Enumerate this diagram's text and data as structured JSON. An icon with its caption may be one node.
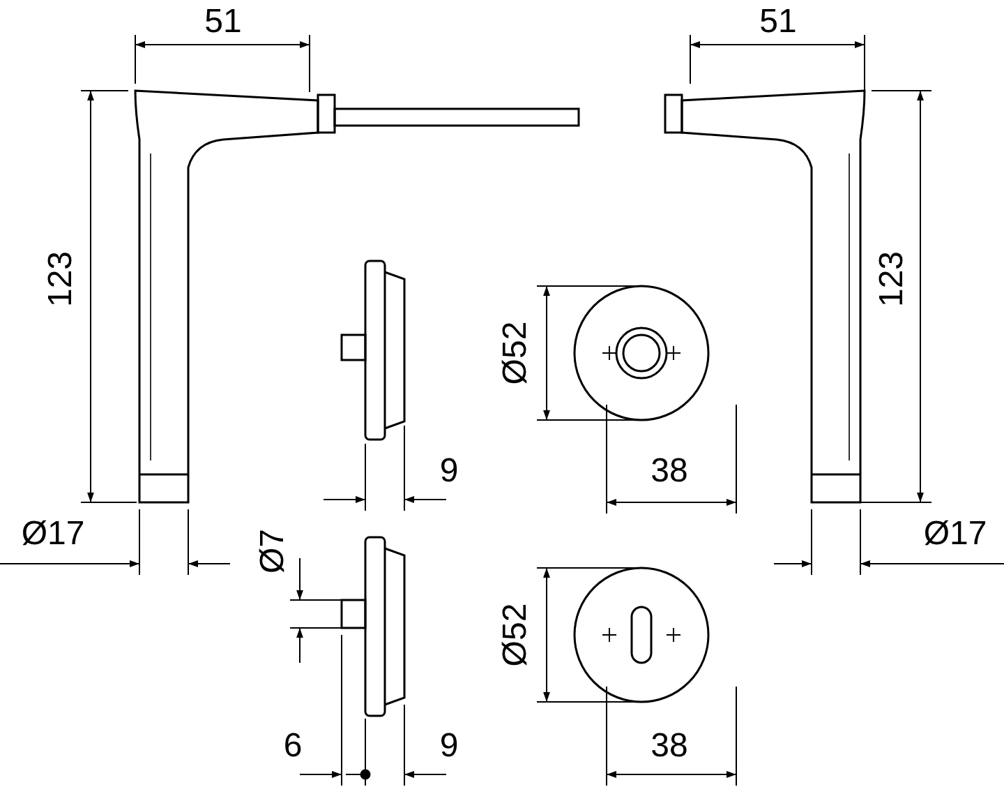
{
  "diagram": {
    "labels": [
      "51",
      "51",
      "123",
      "Ø52",
      "123",
      "9",
      "38",
      "Ø17",
      "Ø17",
      "Ø7",
      "Ø52",
      "6",
      "9",
      "38"
    ]
  }
}
